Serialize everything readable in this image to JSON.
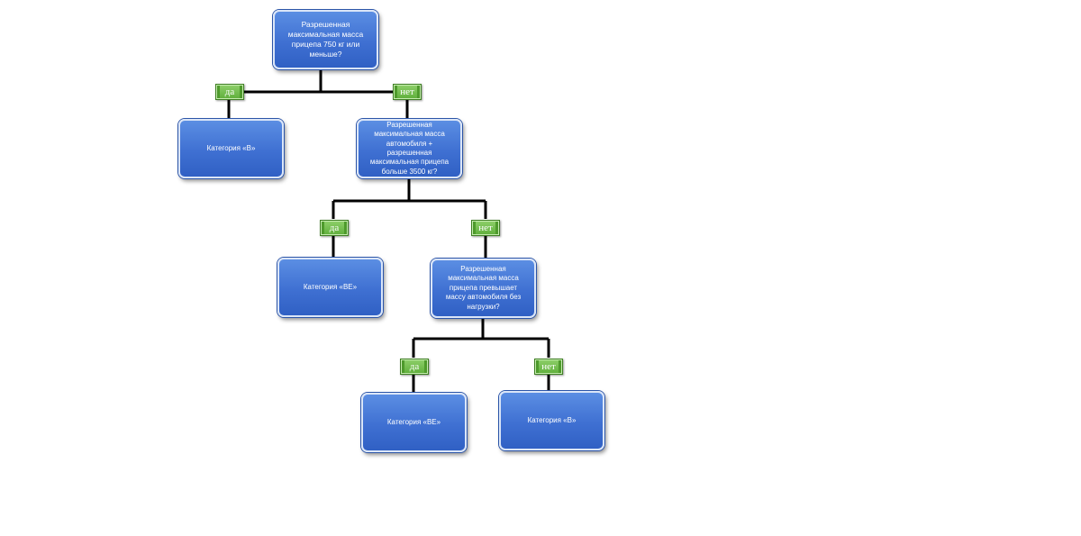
{
  "nodes": {
    "q1": "Разрешенная максимальная масса прицепа 750 кг или меньше?",
    "cat_b_1": "Категория «B»",
    "q2": "Разрешенная максимальная масса автомобиля + разрешенная максимальная прицепа больше 3500 кг?",
    "cat_be_1": "Категория «BE»",
    "q3": "Разрешенная максимальная масса прицепа превышает массу автомобиля без нагрузки?",
    "cat_be_2": "Категория «BE»",
    "cat_b_2": "Категория «B»"
  },
  "edges": {
    "yes_1": "да",
    "no_1": "нет",
    "yes_2": "да",
    "no_2": "нет",
    "yes_3": "да",
    "no_3": "нет"
  },
  "colors": {
    "box_fill": "#3f70d2",
    "tag_fill": "#6bbf47",
    "connector": "#000000"
  }
}
